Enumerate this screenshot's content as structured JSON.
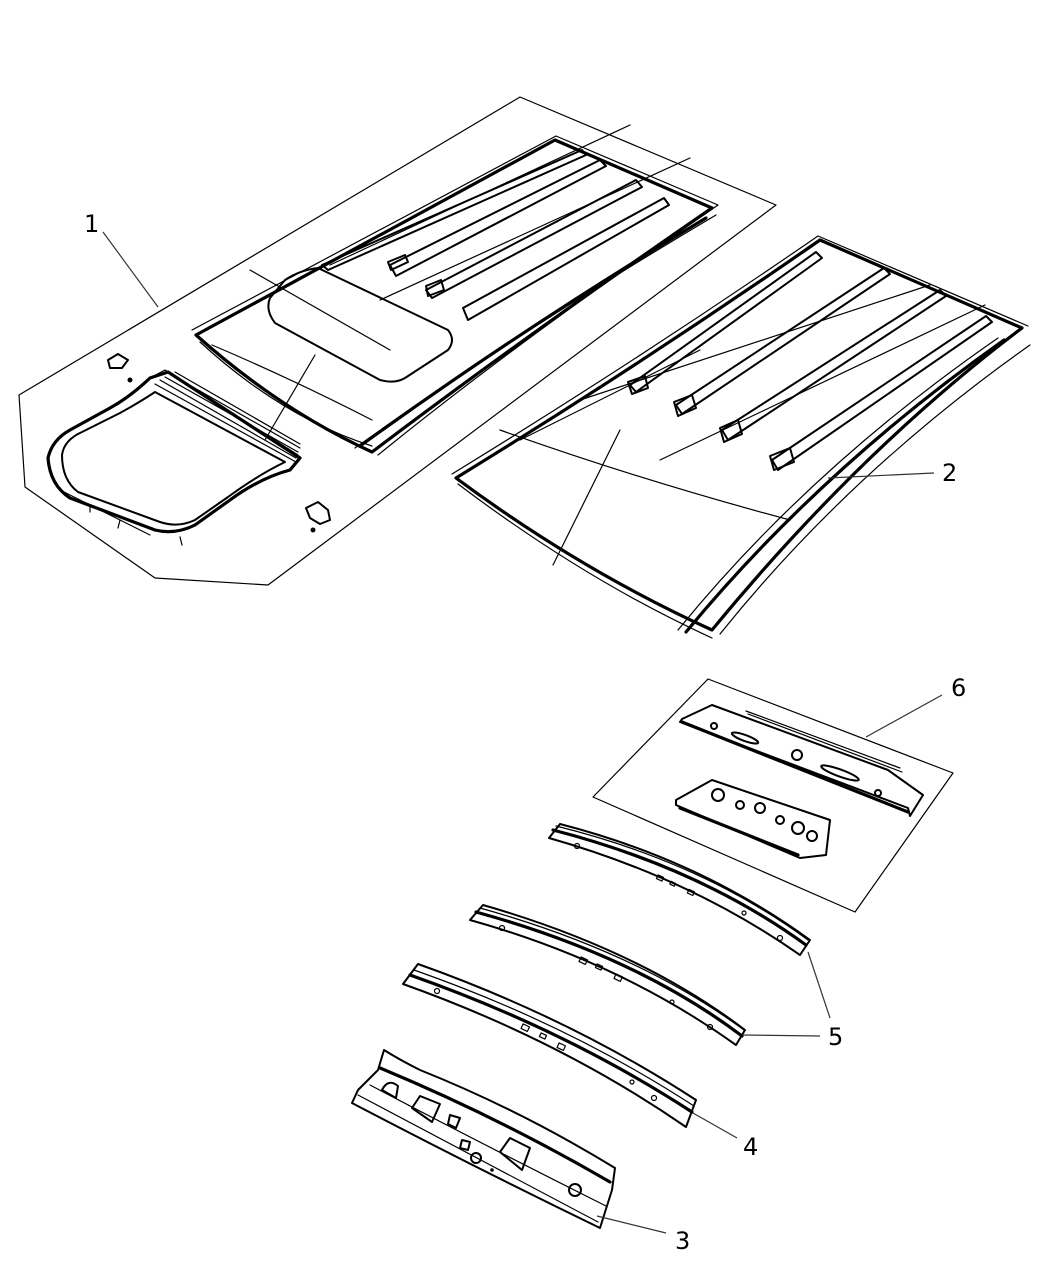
{
  "diagram": {
    "type": "exploded-parts-illustration",
    "subject": "Roof panel assembly",
    "background": "#ffffff",
    "line_color": "#000000",
    "callouts": [
      {
        "id": "1",
        "label": "1",
        "part": "roof-panel-with-sunroof-kit"
      },
      {
        "id": "2",
        "label": "2",
        "part": "roof-panel"
      },
      {
        "id": "3",
        "label": "3",
        "part": "front-header-bow"
      },
      {
        "id": "4",
        "label": "4",
        "part": "roof-bow-front"
      },
      {
        "id": "5",
        "label": "5",
        "part": "roof-bows-center"
      },
      {
        "id": "6",
        "label": "6",
        "part": "rear-header-kit"
      }
    ]
  }
}
